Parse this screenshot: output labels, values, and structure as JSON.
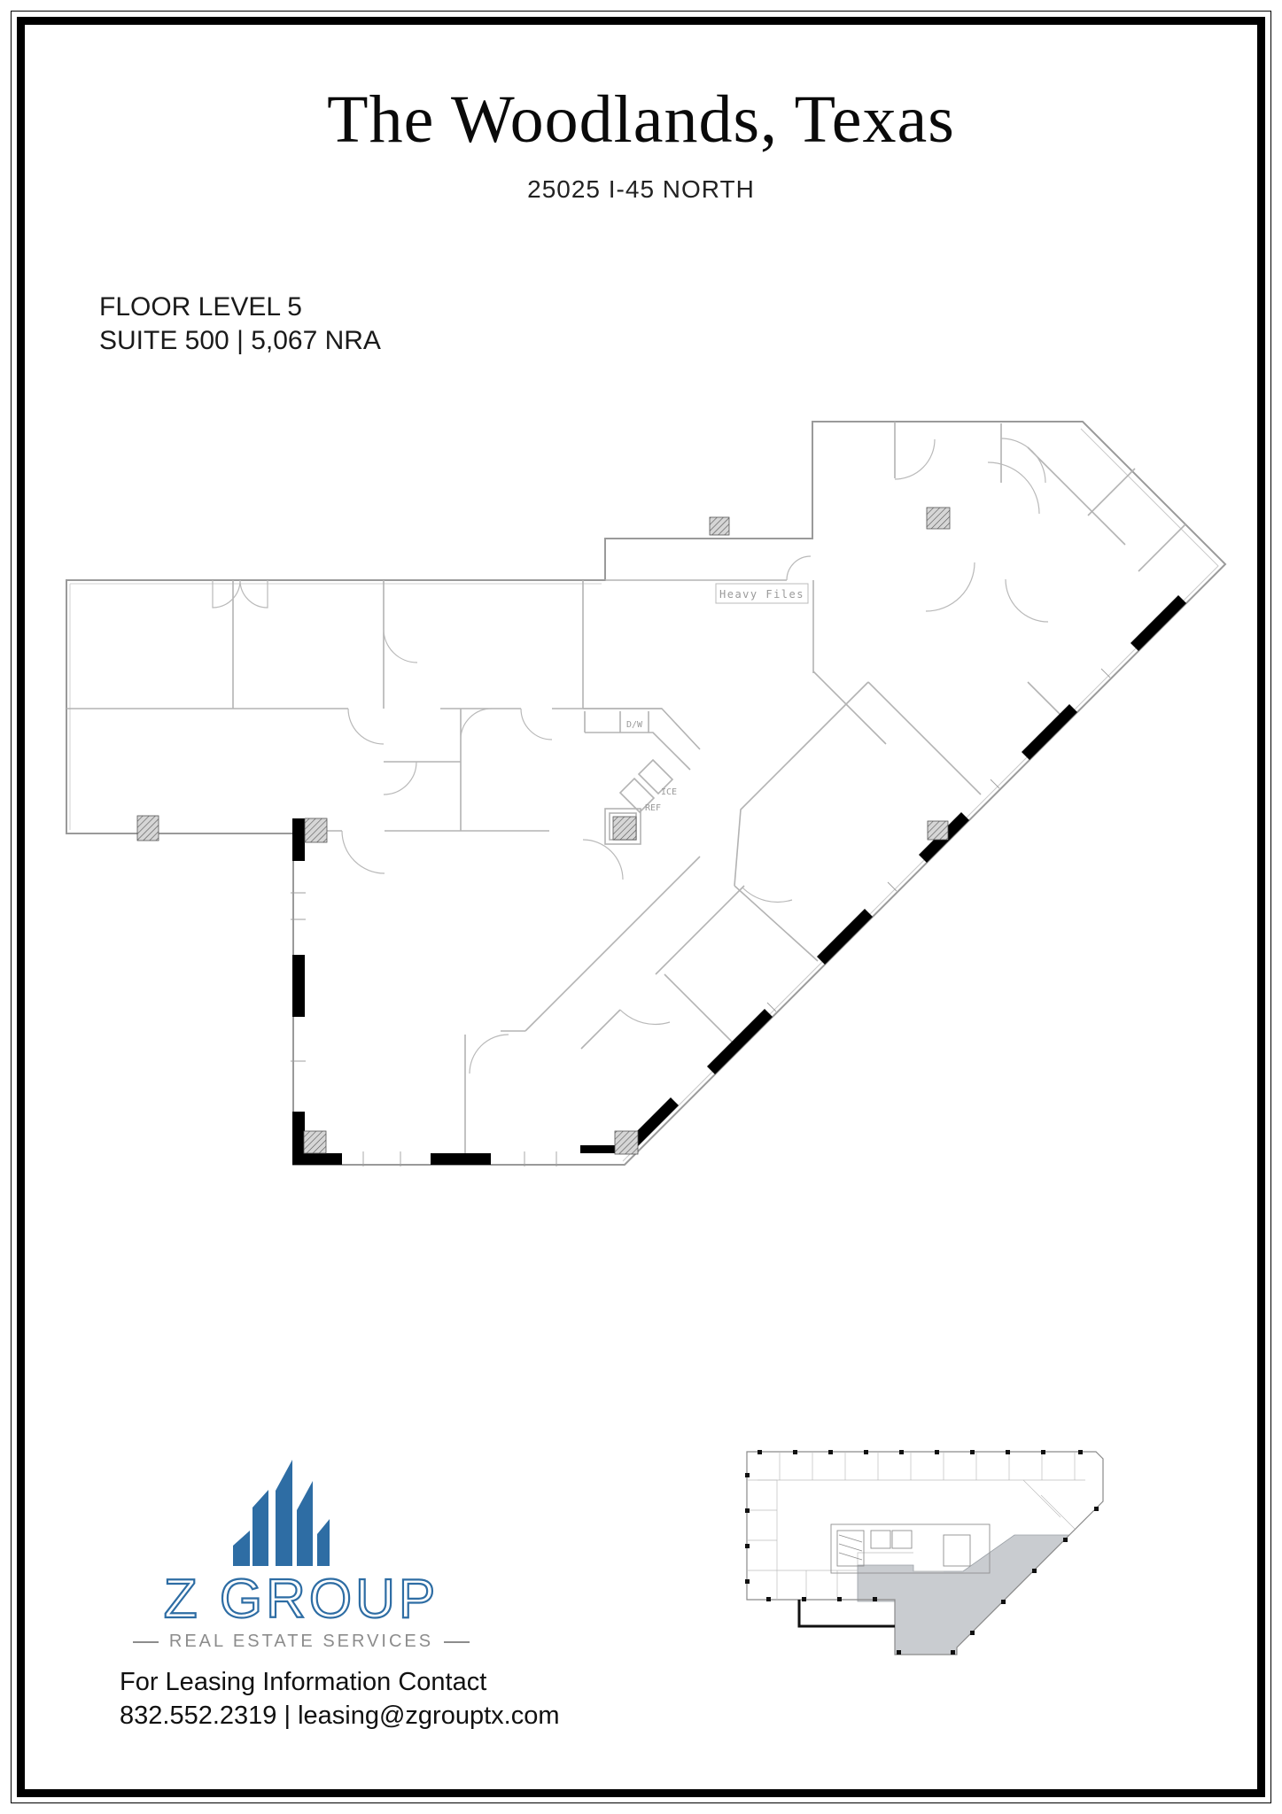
{
  "page": {
    "background": "#ffffff",
    "border_color": "#000000"
  },
  "header": {
    "title": "The Woodlands, Texas",
    "subtitle": "25025 I-45 NORTH"
  },
  "listing": {
    "floor_level": "FLOOR LEVEL 5",
    "suite_info": "SUITE 500 | 5,067 NRA"
  },
  "floor_plan": {
    "labels": {
      "heavy_files": "Heavy Files",
      "dishwasher": "D/W",
      "ice": "ICE",
      "refrigerator": "REF"
    },
    "wall_color": "#b3b3b3",
    "suite_wall_color": "#000000"
  },
  "key_plan": {
    "suite_highlight_color": "#c9ccd0"
  },
  "branding": {
    "company": "Z GROUP",
    "tagline": "REAL ESTATE SERVICES",
    "brand_blue": "#2e6da4",
    "tagline_gray": "#8c8c8c"
  },
  "contact": {
    "heading": "For Leasing Information Contact",
    "phone": "832.552.2319",
    "separator": "|",
    "email": "leasing@zgrouptx.com"
  }
}
